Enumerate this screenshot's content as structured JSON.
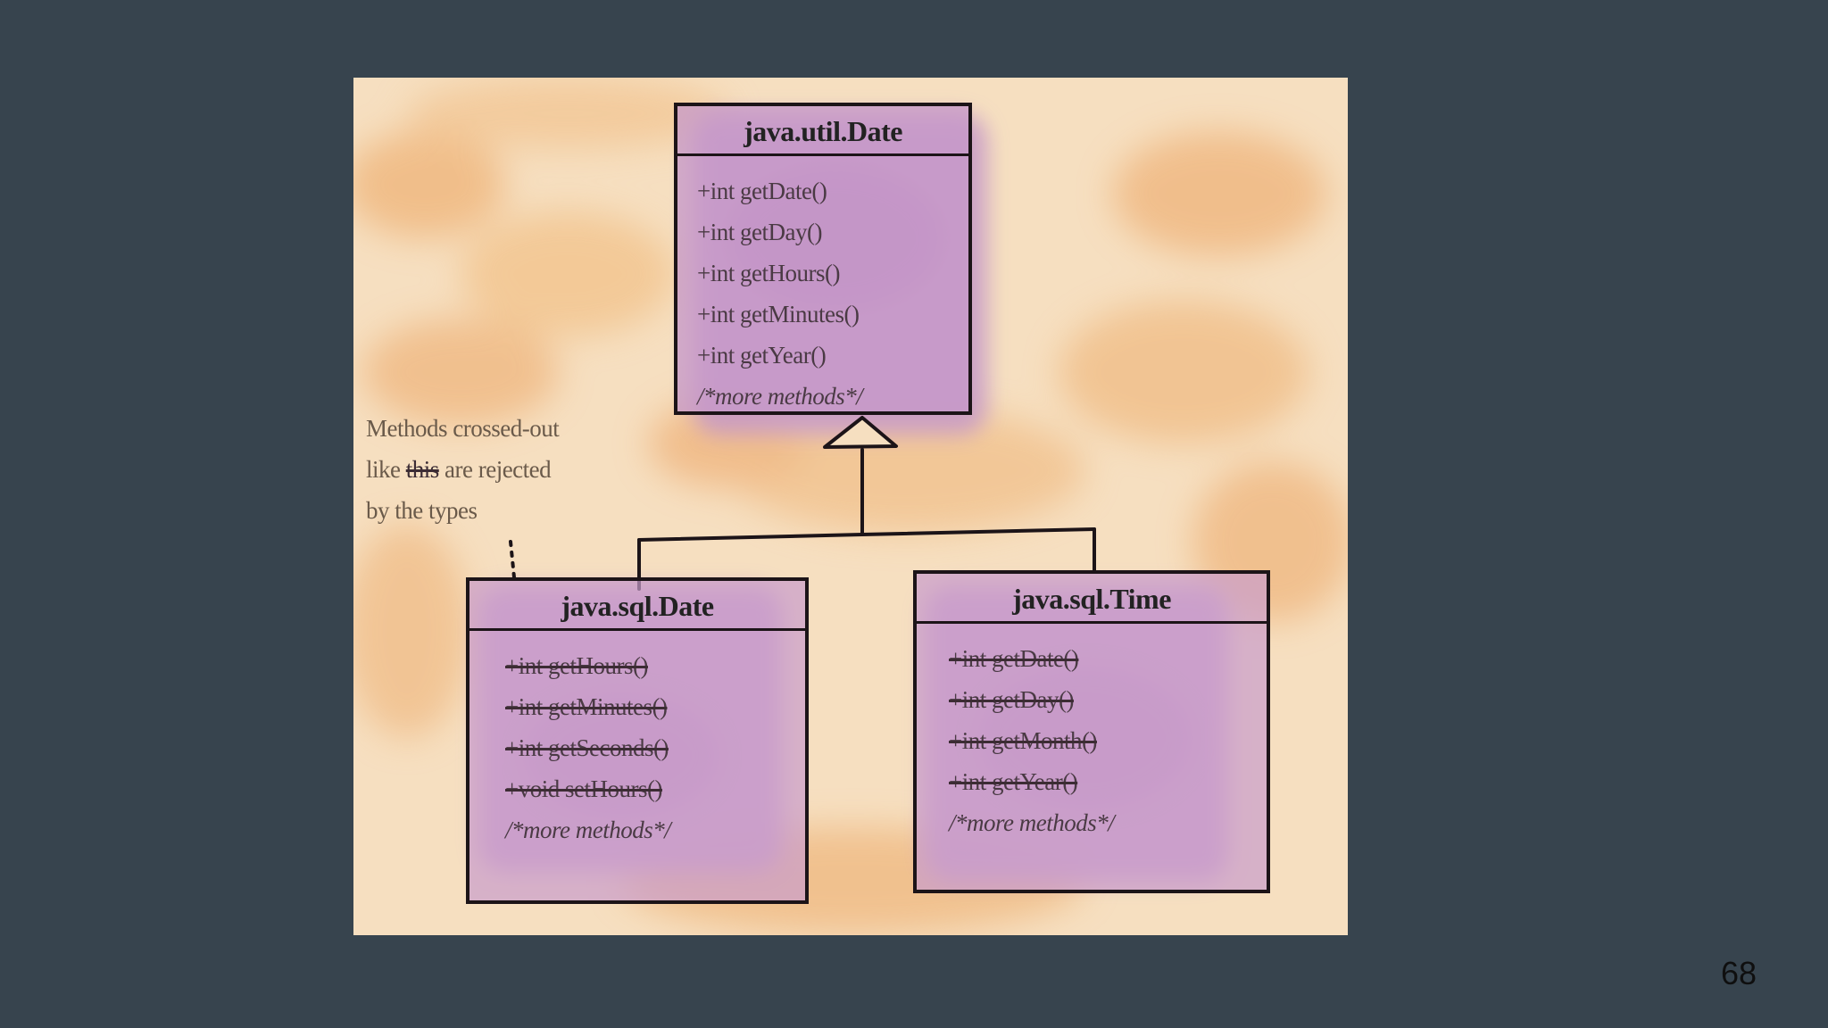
{
  "diagram": {
    "parent": {
      "title": "java.util.Date",
      "methods": [
        {
          "text": "+int getDate()",
          "rejected": false
        },
        {
          "text": "+int getDay()",
          "rejected": false
        },
        {
          "text": "+int getHours()",
          "rejected": false
        },
        {
          "text": "+int getMinutes()",
          "rejected": false
        },
        {
          "text": "+int getYear()",
          "rejected": false
        },
        {
          "text": "/*more methods*/",
          "rejected": false,
          "more": true
        }
      ]
    },
    "children": [
      {
        "title": "java.sql.Date",
        "methods": [
          {
            "text": "+int getHours()",
            "rejected": true
          },
          {
            "text": "+int getMinutes()",
            "rejected": true
          },
          {
            "text": "+int getSeconds()",
            "rejected": true
          },
          {
            "text": "+void setHours()",
            "rejected": true
          },
          {
            "text": "/*more methods*/",
            "rejected": false,
            "more": true
          }
        ]
      },
      {
        "title": "java.sql.Time",
        "methods": [
          {
            "text": "+int getDate()",
            "rejected": true
          },
          {
            "text": "+int getDay()",
            "rejected": true
          },
          {
            "text": "+int getMonth()",
            "rejected": true
          },
          {
            "text": "+int getYear()",
            "rejected": true
          },
          {
            "text": "/*more methods*/",
            "rejected": false,
            "more": true
          }
        ]
      }
    ],
    "note": {
      "line1": "Methods crossed-out",
      "line2_before": "like ",
      "line2_strike": "this",
      "line2_after": " are rejected",
      "line3": "by the types"
    }
  },
  "slide": {
    "page_number": "68"
  },
  "colors": {
    "background": "#37444e",
    "paper": "#f6dfc0",
    "box_fill": "#c99ccc",
    "ink": "#1c1418"
  }
}
